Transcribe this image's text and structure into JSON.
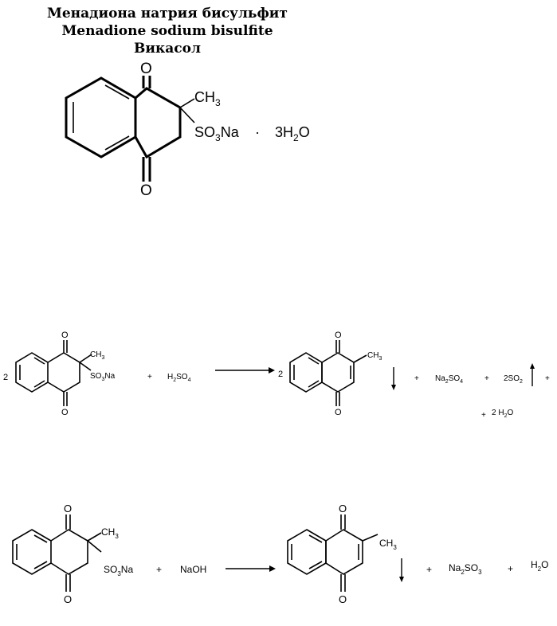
{
  "titles": {
    "ru": "Менадиона натрия бисульфит",
    "en": "Menadione sodium bisulfite",
    "trade": "Викасол"
  },
  "structure_top": {
    "o_top": "O",
    "o_bottom": "O",
    "ch3": "CH",
    "ch3_sub": "3",
    "so3na_a": "SO",
    "so3na_sub": "3",
    "so3na_b": "Na",
    "hydrate_dot": "·",
    "hydrate_a": "3H",
    "hydrate_sub": "2",
    "hydrate_b": "O"
  },
  "reaction1": {
    "coef_left": "2",
    "reactant_o_top": "O",
    "reactant_o_bottom": "O",
    "reactant_ch3": "CH",
    "reactant_ch3_sub": "3",
    "reactant_so3na_a": "SO",
    "reactant_so3na_sub": "3",
    "reactant_so3na_b": "Na",
    "plus1": "+",
    "acid_a": "H",
    "acid_sub1": "2",
    "acid_b": "SO",
    "acid_sub2": "4",
    "coef_right": "2",
    "product_o_top": "O",
    "product_o_bottom": "O",
    "product_ch3": "CH",
    "product_ch3_sub": "3",
    "plus2": "+",
    "na2so4_a": "Na",
    "na2so4_sub1": "2",
    "na2so4_b": "SO",
    "na2so4_sub2": "4",
    "plus3": "+",
    "so2_a": "2SO",
    "so2_sub": "2",
    "plus4": "+",
    "plus5": "+",
    "water_a": "2 H",
    "water_sub": "2",
    "water_b": "O"
  },
  "reaction2": {
    "reactant_o_top": "O",
    "reactant_o_bottom": "O",
    "reactant_ch3": "CH",
    "reactant_ch3_sub": "3",
    "reactant_so3na_a": "SO",
    "reactant_so3na_sub": "3",
    "reactant_so3na_b": "Na",
    "plus1": "+",
    "base": "NaOH",
    "product_o_top": "O",
    "product_o_bottom": "O",
    "product_ch3": "CH",
    "product_ch3_sub": "3",
    "plus2": "+",
    "na2so3_a": "Na",
    "na2so3_sub1": "2",
    "na2so3_b": "SO",
    "na2so3_sub2": "3",
    "plus3": "+",
    "water_a": "H",
    "water_sub": "2",
    "water_b": "O"
  }
}
